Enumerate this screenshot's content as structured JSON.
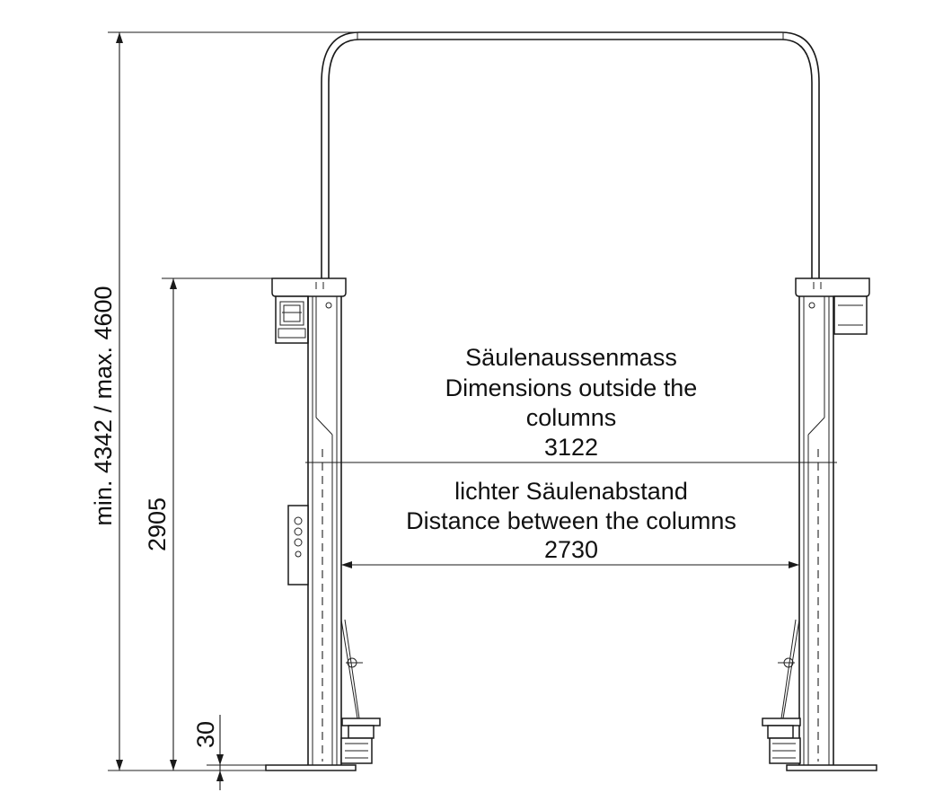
{
  "dimensions": {
    "overall_height": "min. 4342 / max. 4600",
    "column_height": "2905",
    "base_offset": "30"
  },
  "outer_label": {
    "line1": "Säulenaussenmass",
    "line2": "Dimensions outside the",
    "line3": "columns",
    "value": "3122"
  },
  "inner_label": {
    "line1": "lichter Säulenabstand",
    "line2": "Distance between the columns",
    "value": "2730"
  }
}
